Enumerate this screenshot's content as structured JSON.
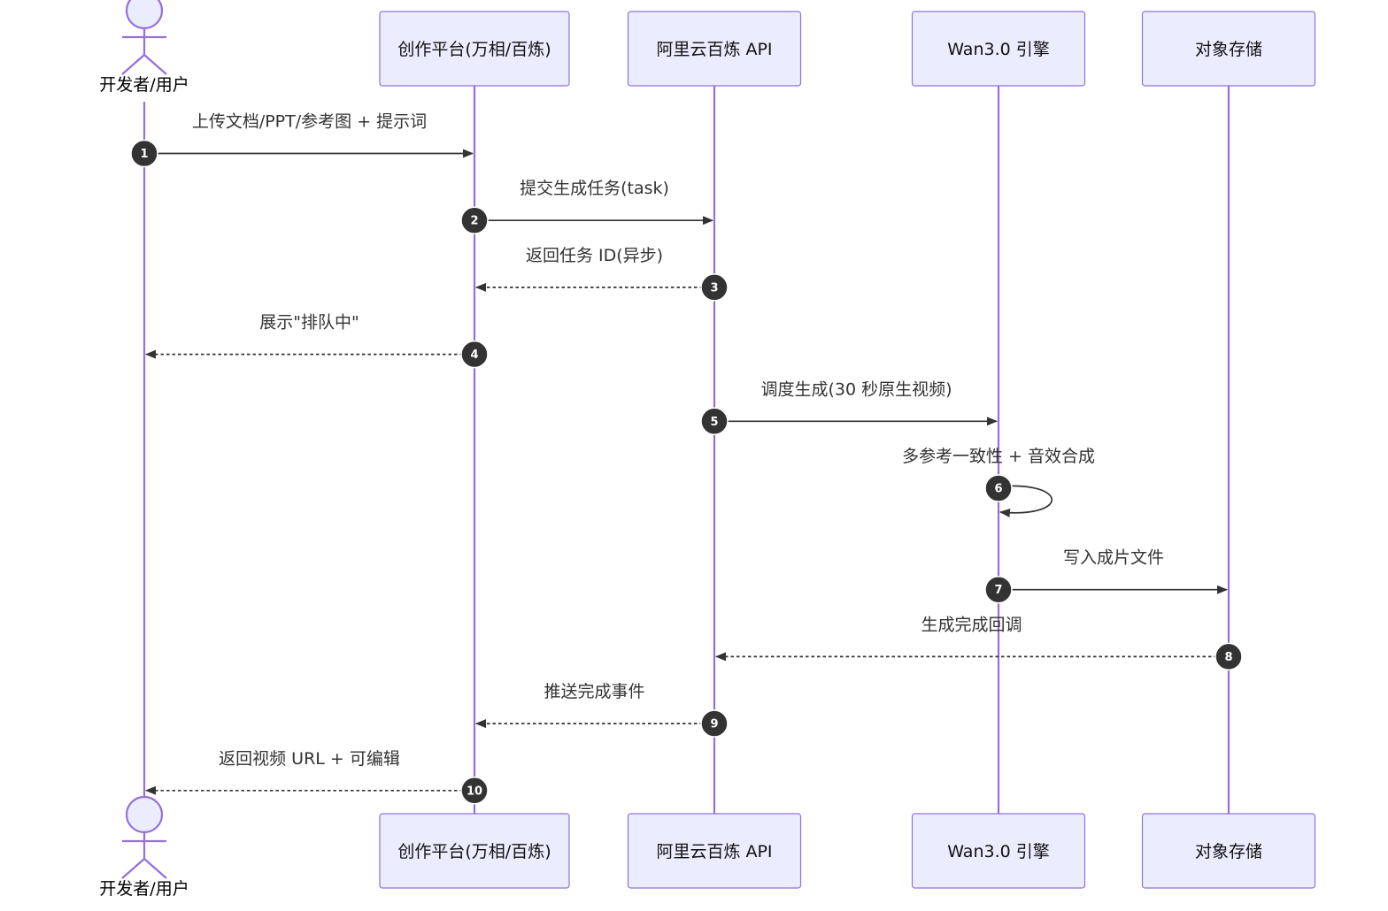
{
  "participants": [
    {
      "id": "user",
      "kind": "actor",
      "label": "开发者/用户"
    },
    {
      "id": "platform",
      "kind": "box",
      "label": "创作平台(万相/百炼)"
    },
    {
      "id": "api",
      "kind": "box",
      "label": "阿里云百炼 API"
    },
    {
      "id": "engine",
      "kind": "box",
      "label": "Wan3.0 引擎"
    },
    {
      "id": "storage",
      "kind": "box",
      "label": "对象存储"
    }
  ],
  "messages": [
    {
      "num": "1",
      "from": "user",
      "to": "platform",
      "style": "solid",
      "text": "上传文档/PPT/参考图 + 提示词"
    },
    {
      "num": "2",
      "from": "platform",
      "to": "api",
      "style": "solid",
      "text": "提交生成任务(task)"
    },
    {
      "num": "3",
      "from": "api",
      "to": "platform",
      "style": "dashed",
      "text": "返回任务 ID(异步)"
    },
    {
      "num": "4",
      "from": "platform",
      "to": "user",
      "style": "dashed",
      "text": "展示\"排队中\""
    },
    {
      "num": "5",
      "from": "api",
      "to": "engine",
      "style": "solid",
      "text": "调度生成(30 秒原生视频)"
    },
    {
      "num": "6",
      "from": "engine",
      "to": "engine",
      "style": "solid",
      "text": "多参考一致性 + 音效合成"
    },
    {
      "num": "7",
      "from": "engine",
      "to": "storage",
      "style": "solid",
      "text": "写入成片文件"
    },
    {
      "num": "8",
      "from": "storage",
      "to": "api",
      "style": "dashed",
      "text": "生成完成回调"
    },
    {
      "num": "9",
      "from": "api",
      "to": "platform",
      "style": "dashed",
      "text": "推送完成事件"
    },
    {
      "num": "10",
      "from": "platform",
      "to": "user",
      "style": "dashed",
      "text": "返回视频 URL + 可编辑"
    }
  ]
}
